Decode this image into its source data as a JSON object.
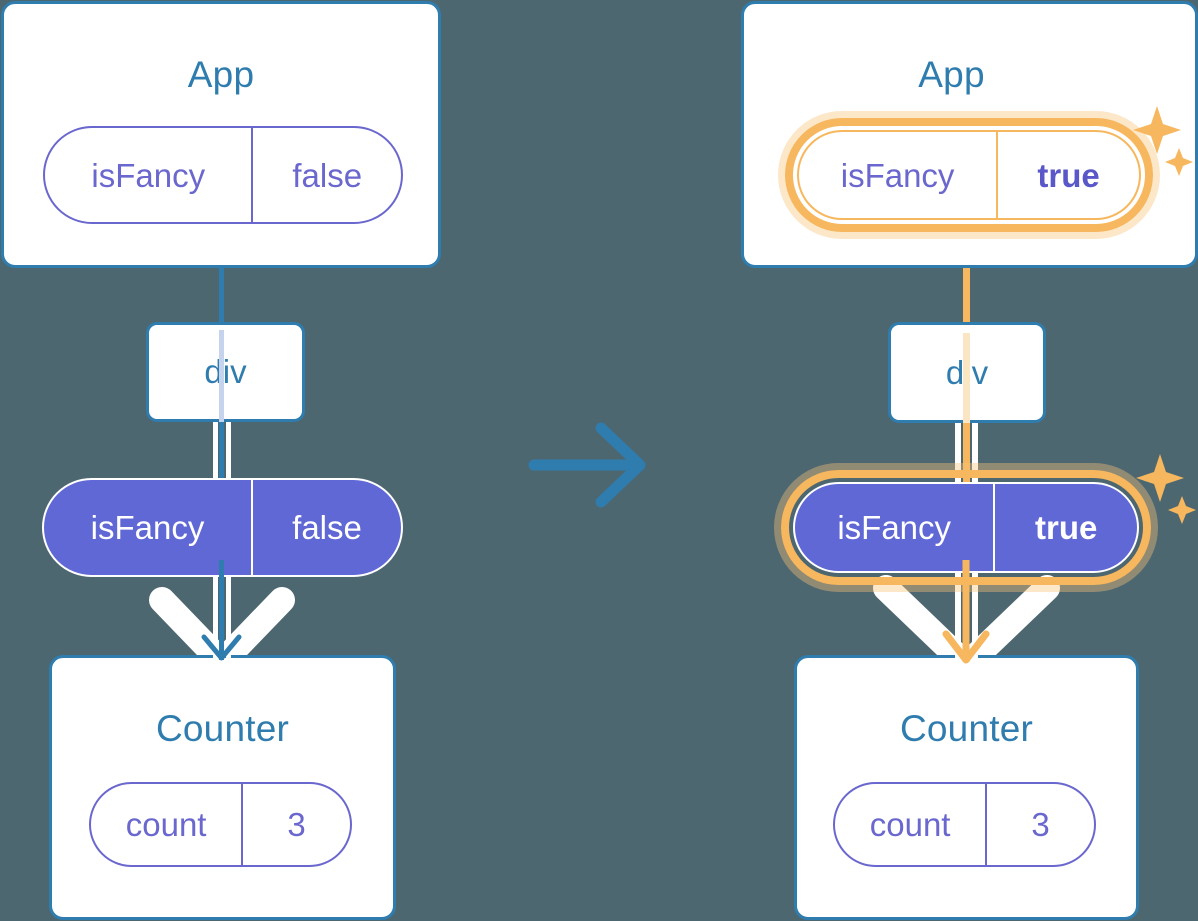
{
  "diagram": {
    "title": "React state propagation: isFancy false to true",
    "colors": {
      "background": "#4d6771",
      "box_border_blue": "#2f7cae",
      "title_blue": "#2f7cae",
      "pill_purple": "#6068d6",
      "pill_outline_purple": "#6a67ce",
      "highlight_amber": "#f7b75e",
      "highlight_glow": "#fbe6c4",
      "white": "#ffffff"
    },
    "transition_icon": "arrow-right-icon"
  },
  "before": {
    "app": {
      "title": "App",
      "state_pill": {
        "key": "isFancy",
        "value": "false"
      }
    },
    "div": {
      "label": "div"
    },
    "prop_pill": {
      "key": "isFancy",
      "value": "false"
    },
    "counter": {
      "title": "Counter",
      "state_pill": {
        "key": "count",
        "value": "3"
      }
    }
  },
  "after": {
    "app": {
      "title": "App",
      "state_pill": {
        "key": "isFancy",
        "value": "true"
      },
      "highlighted": true,
      "sparkle_icon": "sparkles-icon"
    },
    "div": {
      "label": "div"
    },
    "prop_pill": {
      "key": "isFancy",
      "value": "true",
      "highlighted": true,
      "sparkle_icon": "sparkles-icon"
    },
    "counter": {
      "title": "Counter",
      "state_pill": {
        "key": "count",
        "value": "3"
      }
    }
  }
}
